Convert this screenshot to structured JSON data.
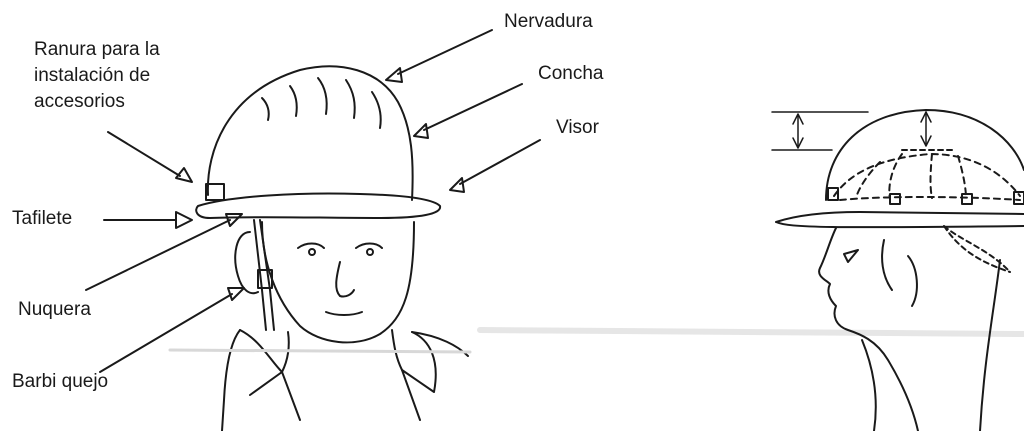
{
  "labels": {
    "ranura_line1": "Ranura para la",
    "ranura_line2": "instalación de",
    "ranura_line3": "accesorios",
    "nervadura": "Nervadura",
    "concha": "Concha",
    "visor": "Visor",
    "tafilete": "Tafilete",
    "nuquera": "Nuquera",
    "barbiquejo": "Barbi quejo"
  },
  "colors": {
    "ink": "#1a1a1a",
    "paper": "#ffffff"
  },
  "icons": [
    "arrow-icon"
  ]
}
